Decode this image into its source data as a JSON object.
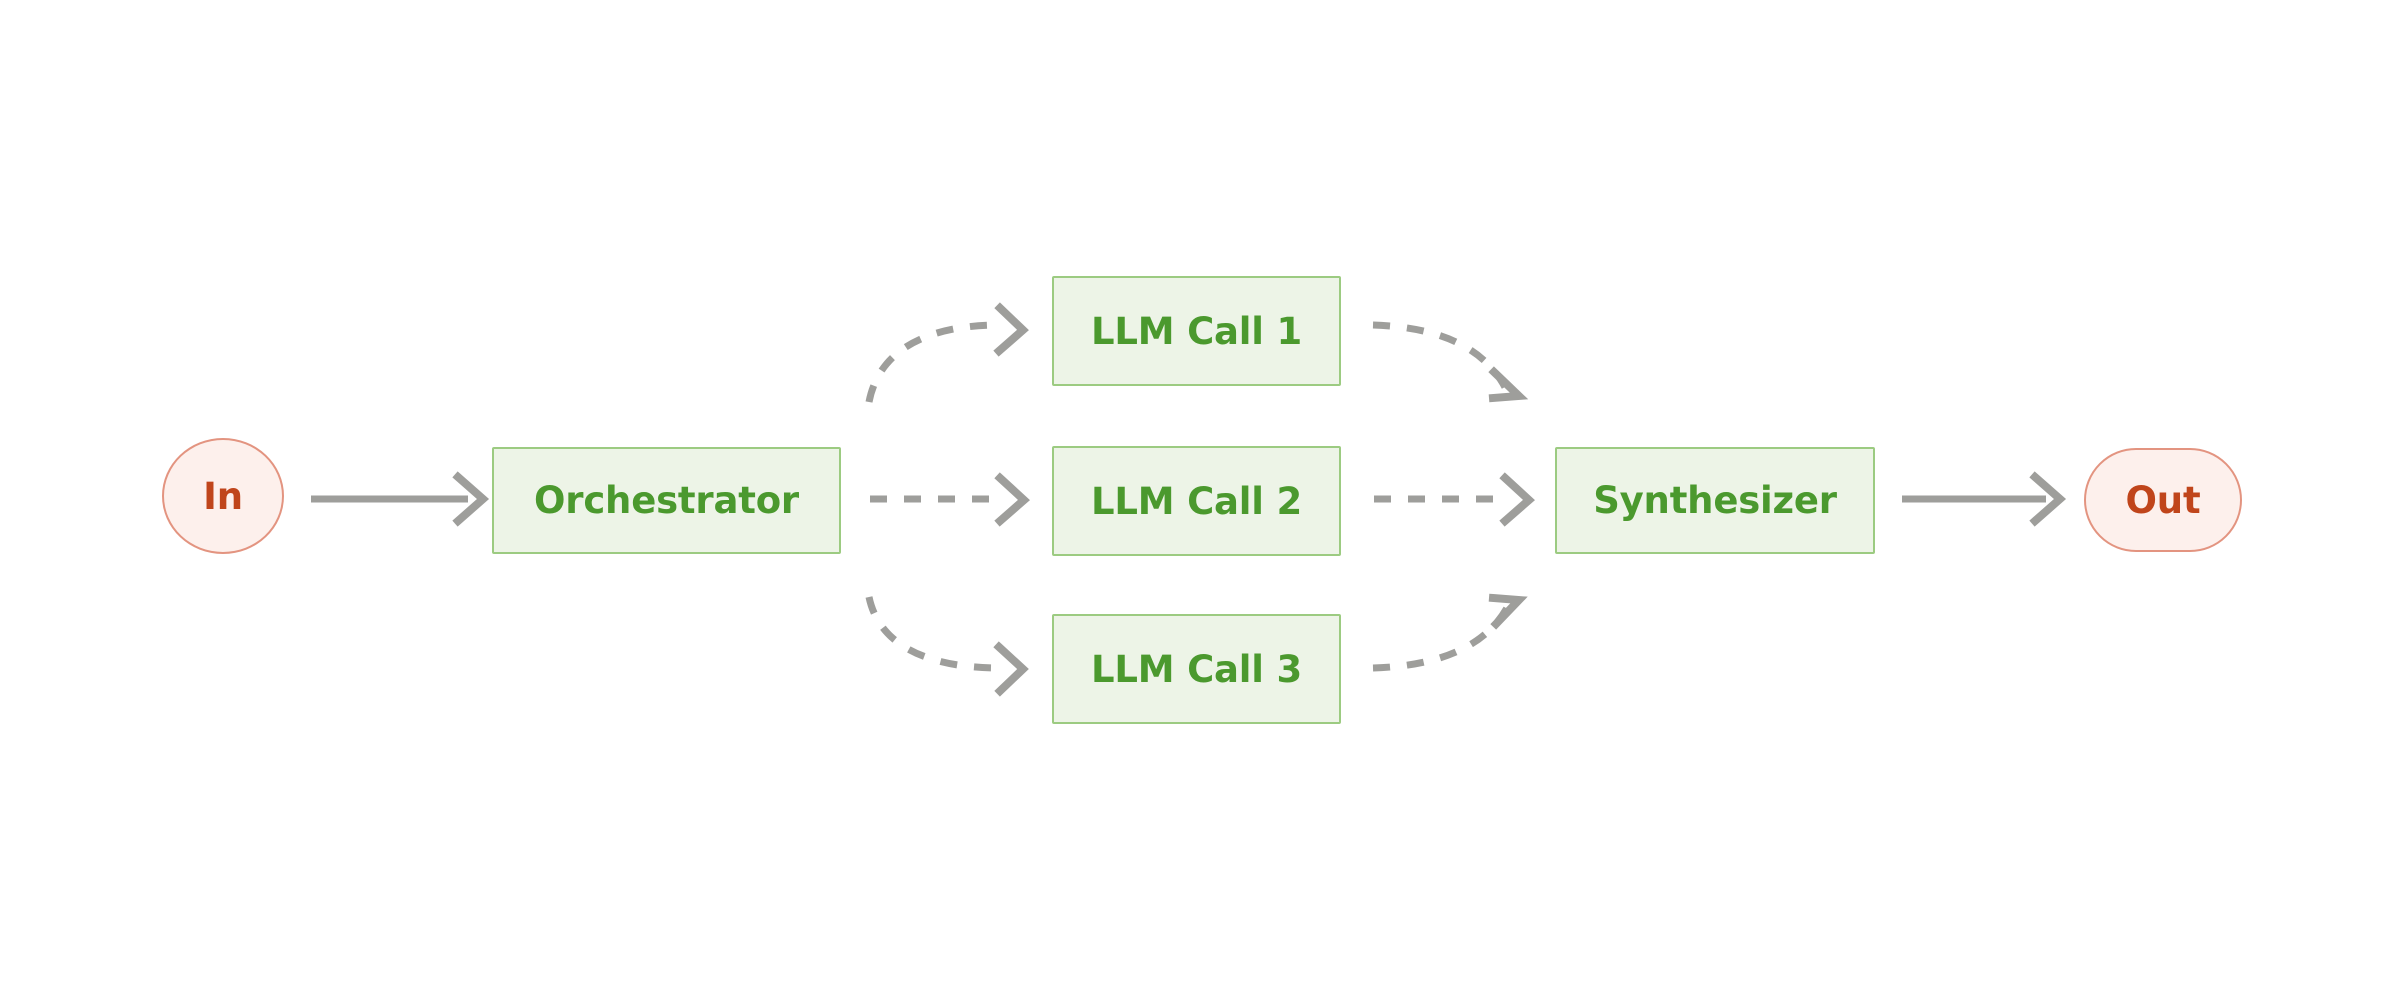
{
  "diagram": {
    "title": "Orchestrator-Workers LLM Workflow",
    "type": "flow-diagram",
    "background_color": "#ffffff",
    "palette": {
      "process_fill": "#edf4e7",
      "process_border": "#9ccb81",
      "process_text": "#4b992e",
      "terminal_fill": "#fdf0ec",
      "terminal_border": "#e39480",
      "terminal_text": "#c0451b",
      "edge_color": "#9e9e9b"
    },
    "nodes": [
      {
        "id": "in",
        "label": "In",
        "shape": "circle"
      },
      {
        "id": "orchestrator",
        "label": "Orchestrator",
        "shape": "rect"
      },
      {
        "id": "llm1",
        "label": "LLM Call 1",
        "shape": "rect"
      },
      {
        "id": "llm2",
        "label": "LLM Call 2",
        "shape": "rect"
      },
      {
        "id": "llm3",
        "label": "LLM Call 3",
        "shape": "rect"
      },
      {
        "id": "synthesizer",
        "label": "Synthesizer",
        "shape": "rect"
      },
      {
        "id": "out",
        "label": "Out",
        "shape": "stadium"
      }
    ],
    "edges": [
      {
        "from": "in",
        "to": "orchestrator",
        "style": "solid",
        "label": ""
      },
      {
        "from": "orchestrator",
        "to": "llm1",
        "style": "dashed",
        "label": ""
      },
      {
        "from": "orchestrator",
        "to": "llm2",
        "style": "dashed",
        "label": ""
      },
      {
        "from": "orchestrator",
        "to": "llm3",
        "style": "dashed",
        "label": ""
      },
      {
        "from": "llm1",
        "to": "synthesizer",
        "style": "dashed",
        "label": ""
      },
      {
        "from": "llm2",
        "to": "synthesizer",
        "style": "dashed",
        "label": ""
      },
      {
        "from": "llm3",
        "to": "synthesizer",
        "style": "dashed",
        "label": ""
      },
      {
        "from": "synthesizer",
        "to": "out",
        "style": "solid",
        "label": ""
      }
    ]
  }
}
